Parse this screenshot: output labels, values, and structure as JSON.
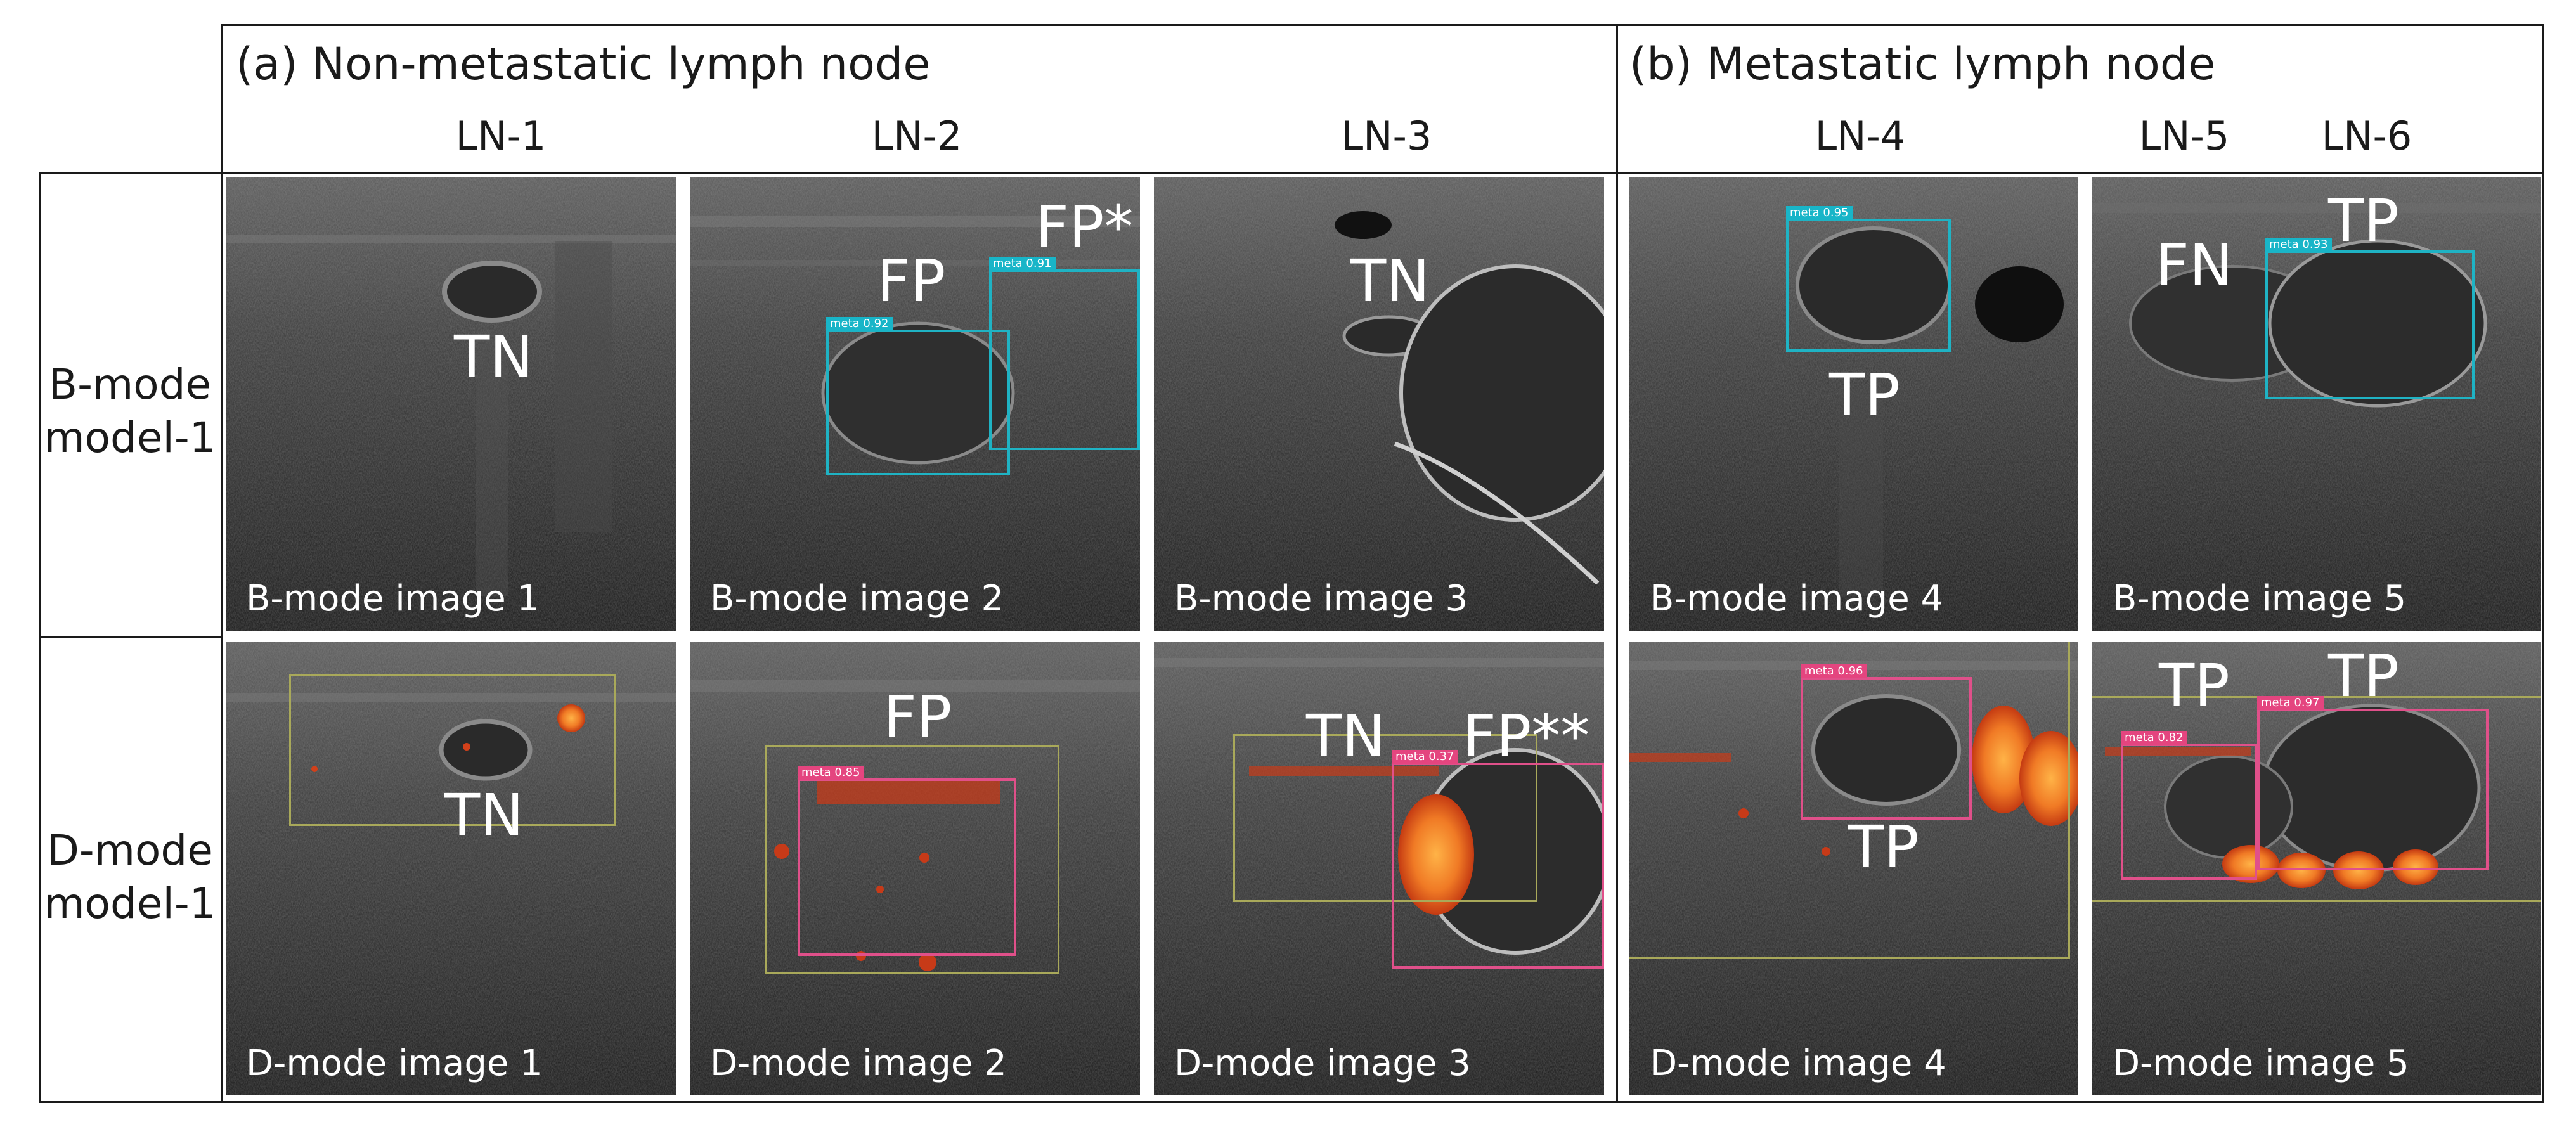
{
  "headers": {
    "non_metastatic": "(a) Non-metastatic lymph node",
    "metastatic": "(b) Metastatic lymph node"
  },
  "lymph_nodes": [
    "LN-1",
    "LN-2",
    "LN-3",
    "LN-4",
    "LN-5",
    "LN-6"
  ],
  "rows": {
    "b_mode": {
      "line1": "B-mode",
      "line2": "model-1"
    },
    "d_mode": {
      "line1": "D-mode",
      "line2": "model-1"
    }
  },
  "panels": {
    "b1": {
      "caption": "B-mode image 1",
      "results": [
        "TN"
      ]
    },
    "b2": {
      "caption": "B-mode image 2",
      "results": [
        "FP",
        "FP*"
      ],
      "detections": [
        "meta 0.92",
        "meta 0.91"
      ]
    },
    "b3": {
      "caption": "B-mode image 3",
      "results": [
        "TN"
      ]
    },
    "b4": {
      "caption": "B-mode image 4",
      "results": [
        "TP"
      ],
      "detections": [
        "meta 0.95"
      ]
    },
    "b5": {
      "caption": "B-mode image 5",
      "results": [
        "FN",
        "TP"
      ],
      "detections": [
        "meta 0.93"
      ]
    },
    "d1": {
      "caption": "D-mode image 1",
      "results": [
        "TN"
      ]
    },
    "d2": {
      "caption": "D-mode image 2",
      "results": [
        "FP"
      ],
      "detections": [
        "meta 0.85"
      ]
    },
    "d3": {
      "caption": "D-mode image 3",
      "results": [
        "TN",
        "FP**"
      ],
      "detections": [
        "meta 0.37"
      ]
    },
    "d4": {
      "caption": "D-mode image 4",
      "results": [
        "TP"
      ],
      "detections": [
        "meta 0.96"
      ]
    },
    "d5": {
      "caption": "D-mode image 5",
      "results": [
        "TP",
        "TP"
      ],
      "detections": [
        "meta 0.82",
        "meta 0.97"
      ]
    }
  },
  "colors": {
    "detection_b_mode": "#1fb3c4",
    "detection_d_mode": "#e0508a",
    "region_box": "#a9a95a",
    "doppler_signal": "#e8501e"
  }
}
